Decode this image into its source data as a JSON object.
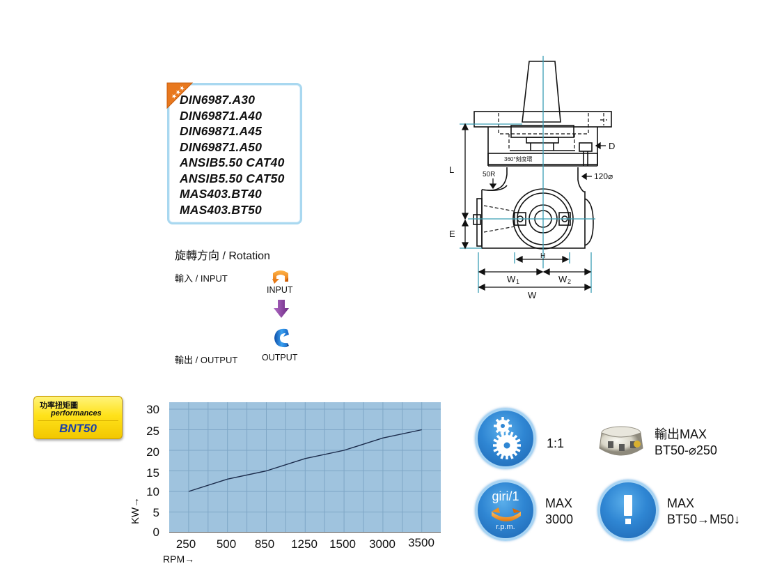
{
  "standards": {
    "items": [
      "DIN6987.A30",
      "DIN69871.A40",
      "DIN69871.A45",
      "DIN69871.A50",
      "ANSIB5.50 CAT40",
      "ANSIB5.50 CAT50",
      "MAS403.BT40",
      "MAS403.BT50"
    ],
    "corner_badge": "★★★"
  },
  "rotation": {
    "title": "旋轉方向 / Rotation",
    "input_label": "輸入 / INPUT",
    "output_label": "輸出 / OUTPUT",
    "input_caption": "INPUT",
    "output_caption": "OUTPUT",
    "input_color": "#f08a1c",
    "output_color": "#1a6fd0",
    "arrow_color": "#8a3f9c"
  },
  "drawing": {
    "labels": {
      "L": "L",
      "D": "D",
      "E": "E",
      "H": "H",
      "W1": "W",
      "W1_sub": "1",
      "W2": "W",
      "W2_sub": "2",
      "W": "W",
      "radius": "50R",
      "diameter": "120⌀",
      "ring": "360°刻度環"
    }
  },
  "performance_badge": {
    "title_cn": "功率扭矩圖",
    "title_en": "performances",
    "model": "BNT50"
  },
  "chart_data": {
    "type": "line",
    "title": "",
    "xlabel": "RPM→",
    "ylabel": "KW→",
    "categories": [
      "250",
      "500",
      "850",
      "1250",
      "1500",
      "3000",
      "3500"
    ],
    "x": [
      250,
      500,
      850,
      1250,
      1500,
      3000,
      3500
    ],
    "values": [
      10,
      13,
      15,
      18,
      20,
      23,
      25
    ],
    "yticks": [
      "30",
      "25",
      "20",
      "15",
      "10",
      "5",
      "0"
    ],
    "ylim": [
      0,
      30
    ],
    "grid": true,
    "legend": null,
    "background": "#9fc3de",
    "line_color": "#1a2a4a"
  },
  "specs": [
    {
      "icon": "gears-icon",
      "text_line1": "1:1",
      "text_line2": ""
    },
    {
      "icon": "face-mill-cutter-icon",
      "text_line1": "輸出MAX",
      "text_line2": "BT50-⌀250"
    },
    {
      "icon": "rpm-icon",
      "icon_top": "giri/1",
      "icon_bottom": "r.p.m.",
      "text_line1": "MAX",
      "text_line2": "3000"
    },
    {
      "icon": "exclamation-icon",
      "text_line1": "MAX",
      "text_line2": "BT50→M50↓"
    }
  ]
}
